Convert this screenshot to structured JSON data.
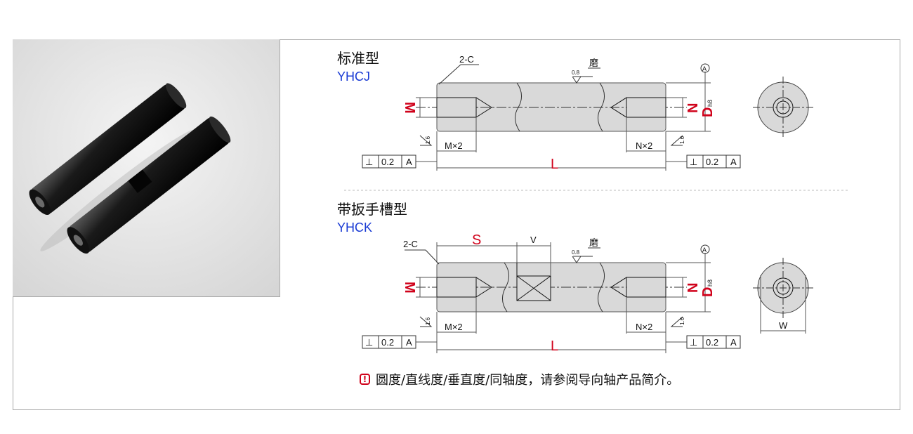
{
  "colors": {
    "frame_border": "#a9a9a9",
    "part_fill": "#d9d9d9",
    "dimension_red": "#d0021b",
    "model_blue": "#1a3bd4",
    "text_black": "#111111"
  },
  "photo": {
    "description_icon": "black-shaft-product-photo-icon"
  },
  "standard": {
    "type_name": "标准型",
    "model_code": "YHCJ",
    "chamfer_label": "2-C",
    "grind_label": "磨",
    "grind_roughness": "0.8",
    "datum_label": "A",
    "dim_m": "M",
    "dim_n": "N",
    "dim_d": "D",
    "dim_d_sub": "h8",
    "roughness_left": "1.6",
    "roughness_right": "1.6",
    "depth_m": "M×2",
    "depth_n": "N×2",
    "length": "L",
    "tol_symbol": "⊥",
    "tol_value": "0.2",
    "tol_datum": "A"
  },
  "wrench": {
    "type_name": "带扳手槽型",
    "model_code": "YHCK",
    "chamfer_label": "2-C",
    "grind_label": "磨",
    "grind_roughness": "0.8",
    "datum_label": "A",
    "dim_s": "S",
    "dim_v": "V",
    "dim_m": "M",
    "dim_n": "N",
    "dim_d": "D",
    "dim_d_sub": "h8",
    "dim_w": "W",
    "roughness_left": "1.6",
    "roughness_right": "1.6",
    "depth_m": "M×2",
    "depth_n": "N×2",
    "length": "L",
    "tol_symbol": "⊥",
    "tol_value": "0.2",
    "tol_datum": "A"
  },
  "note": {
    "icon": "exclamation-warning-icon",
    "text": "圆度/直线度/垂直度/同轴度，请参阅导向轴产品简介。"
  }
}
